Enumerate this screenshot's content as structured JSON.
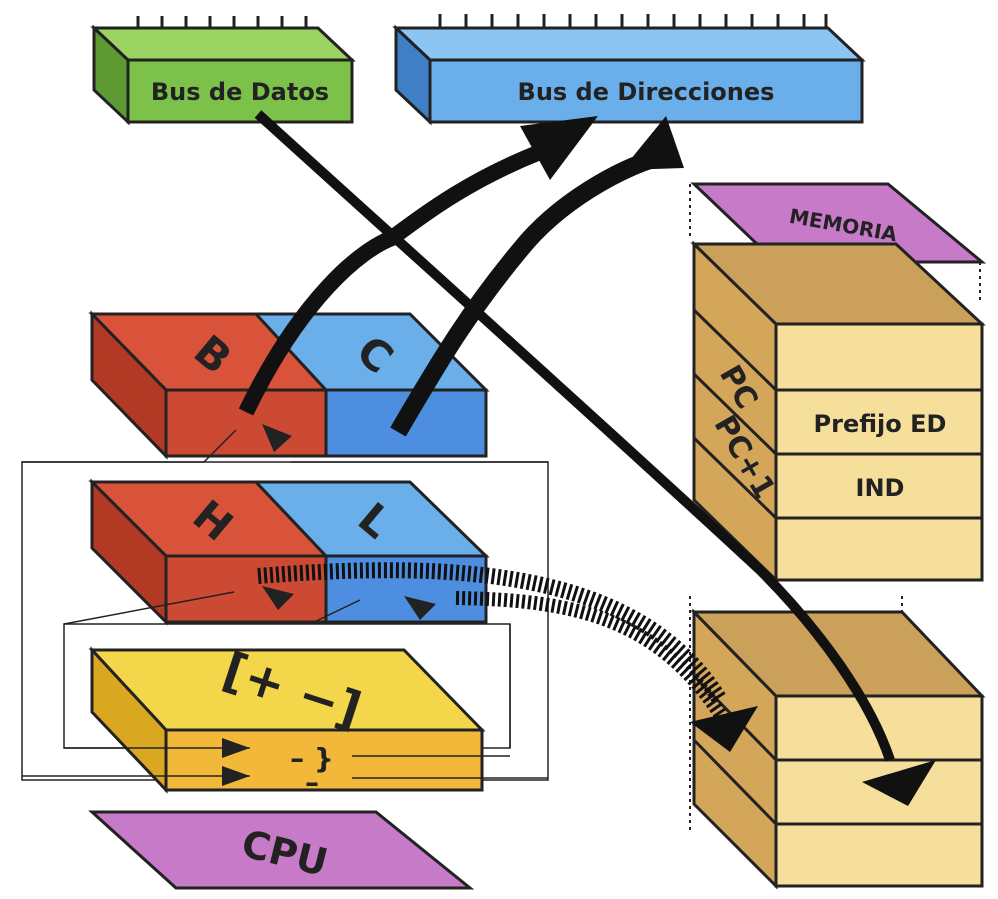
{
  "buses": {
    "data_bus": "Bus de Datos",
    "address_bus": "Bus de Direcciones"
  },
  "registers": {
    "b": "B",
    "c": "C",
    "h": "H",
    "l": "L"
  },
  "alu": {
    "label": "[+ −]"
  },
  "cpu": {
    "label": "CPU"
  },
  "memory": {
    "label": "MEMORIA",
    "pc_label": "PC",
    "pc1_label": "PC+1",
    "cell_prefix": "Prefijo ED",
    "cell_ind": "IND"
  },
  "colors": {
    "green": "#7cc24a",
    "blue": "#6aaeea",
    "red": "#d9533a",
    "yellow": "#f2c83a",
    "purple": "#c77ac7",
    "tan": "#d7b16a",
    "cream": "#f6df9a"
  }
}
